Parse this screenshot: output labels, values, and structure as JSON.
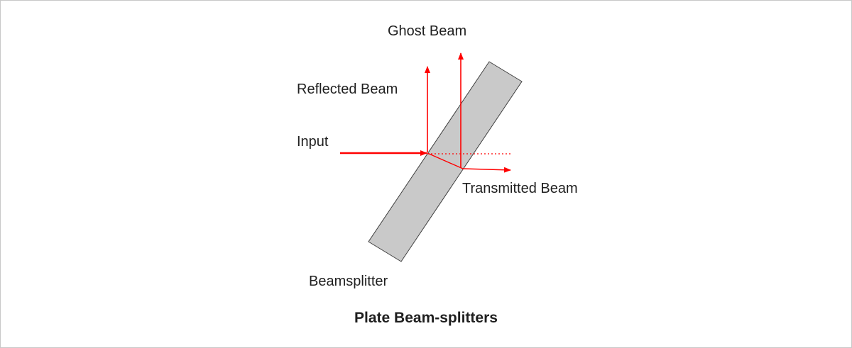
{
  "figure": {
    "title": "Plate Beam-splitters",
    "labels": {
      "ghost_beam": "Ghost Beam",
      "reflected_beam": "Reflected Beam",
      "input": "Input",
      "transmitted_beam": "Transmitted Beam",
      "beamsplitter": "Beamsplitter"
    },
    "colors": {
      "beam": "#ff0000",
      "plate_fill": "#c9c9c9",
      "plate_stroke": "#404040",
      "text": "#1f1f1f",
      "border": "#c8c8c8",
      "background": "#ffffff"
    }
  }
}
